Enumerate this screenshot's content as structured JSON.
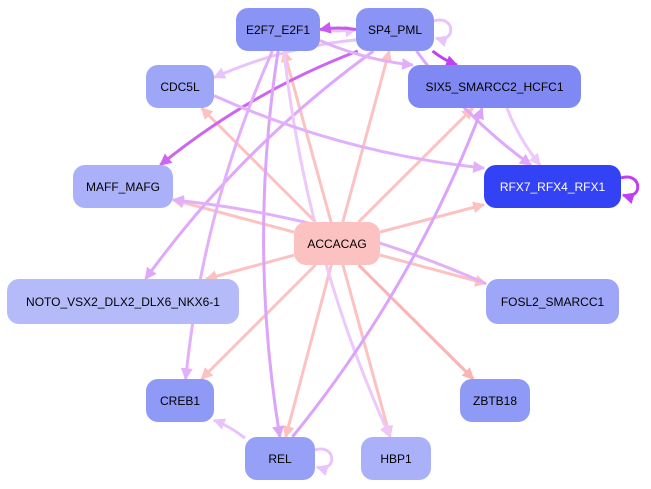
{
  "diagram": {
    "type": "regulatory-network",
    "nodes": [
      {
        "id": "E2F7_E2F1",
        "label": "E2F7_E2F1",
        "fill": "#8a94f5",
        "text": "#000000"
      },
      {
        "id": "SP4_PML",
        "label": "SP4_PML",
        "fill": "#8a94f5",
        "text": "#000000"
      },
      {
        "id": "CDC5L",
        "label": "CDC5L",
        "fill": "#9ea6f7",
        "text": "#000000"
      },
      {
        "id": "SIX5_SMARCC2_HCFC1",
        "label": "SIX5_SMARCC2_HCFC1",
        "fill": "#8089f3",
        "text": "#000000"
      },
      {
        "id": "MAFF_MAFG",
        "label": "MAFF_MAFG",
        "fill": "#aab1f8",
        "text": "#000000"
      },
      {
        "id": "RFX7_RFX4_RFX1",
        "label": "RFX7_RFX4_RFX1",
        "fill": "#3442f5",
        "text": "#ffffff"
      },
      {
        "id": "ACCACAG",
        "label": "ACCACAG",
        "fill": "#fcc2c2",
        "text": "#000000"
      },
      {
        "id": "NOTO_VSX2_DLX2_DLX6_NKX6-1",
        "label": "NOTO_VSX2_DLX2_DLX6_NKX6-1",
        "fill": "#b5bbf9",
        "text": "#000000"
      },
      {
        "id": "FOSL2_SMARCC1",
        "label": "FOSL2_SMARCC1",
        "fill": "#9ea6f7",
        "text": "#000000"
      },
      {
        "id": "CREB1",
        "label": "CREB1",
        "fill": "#8f99f6",
        "text": "#000000"
      },
      {
        "id": "ZBTB18",
        "label": "ZBTB18",
        "fill": "#8f99f6",
        "text": "#000000"
      },
      {
        "id": "REL",
        "label": "REL",
        "fill": "#97a0f7",
        "text": "#000000"
      },
      {
        "id": "HBP1",
        "label": "HBP1",
        "fill": "#aab1f8",
        "text": "#000000"
      }
    ],
    "edges": [
      {
        "from": "ACCACAG",
        "to": "E2F7_E2F1",
        "color": "#fcc2c2"
      },
      {
        "from": "ACCACAG",
        "to": "SP4_PML",
        "color": "#fcc2c2"
      },
      {
        "from": "ACCACAG",
        "to": "CDC5L",
        "color": "#fcc2c2"
      },
      {
        "from": "ACCACAG",
        "to": "SIX5_SMARCC2_HCFC1",
        "color": "#fcc2c2"
      },
      {
        "from": "ACCACAG",
        "to": "MAFF_MAFG",
        "color": "#fcc2c2"
      },
      {
        "from": "ACCACAG",
        "to": "RFX7_RFX4_RFX1",
        "color": "#fcc2c2"
      },
      {
        "from": "ACCACAG",
        "to": "NOTO_VSX2_DLX2_DLX6_NKX6-1",
        "color": "#fcc2c2"
      },
      {
        "from": "ACCACAG",
        "to": "FOSL2_SMARCC1",
        "color": "#fcc2c2"
      },
      {
        "from": "ACCACAG",
        "to": "CREB1",
        "color": "#fcc2c2"
      },
      {
        "from": "ACCACAG",
        "to": "ZBTB18",
        "color": "#fbb4b4"
      },
      {
        "from": "ACCACAG",
        "to": "REL",
        "color": "#fcc2c2"
      },
      {
        "from": "ACCACAG",
        "to": "HBP1",
        "color": "#fcc2c2"
      },
      {
        "from": "E2F7_E2F1",
        "to": "SP4_PML",
        "color": "#e9c4fb"
      },
      {
        "from": "SP4_PML",
        "to": "E2F7_E2F1",
        "color": "#c85af2"
      },
      {
        "from": "SP4_PML",
        "to": "SP4_PML",
        "color": "#e9c4fb"
      },
      {
        "from": "SP4_PML",
        "to": "SIX5_SMARCC2_HCFC1",
        "color": "#c040f0"
      },
      {
        "from": "SP4_PML",
        "to": "CDC5L",
        "color": "#e9c4fb"
      },
      {
        "from": "SP4_PML",
        "to": "MAFF_MAFG",
        "color": "#cc66f0"
      },
      {
        "from": "SP4_PML",
        "to": "NOTO_VSX2_DLX2_DLX6_NKX6-1",
        "color": "#dfa8f8"
      },
      {
        "from": "SP4_PML",
        "to": "RFX7_RFX4_RFX1",
        "color": "#dfa8f8"
      },
      {
        "from": "E2F7_E2F1",
        "to": "SIX5_SMARCC2_HCFC1",
        "color": "#e2b0f9"
      },
      {
        "from": "E2F7_E2F1",
        "to": "REL",
        "color": "#dba4f8"
      },
      {
        "from": "E2F7_E2F1",
        "to": "CREB1",
        "color": "#e2b0f9"
      },
      {
        "from": "E2F7_E2F1",
        "to": "HBP1",
        "color": "#ecc8fb"
      },
      {
        "from": "CDC5L",
        "to": "RFX7_RFX4_RFX1",
        "color": "#e2b0f9"
      },
      {
        "from": "SIX5_SMARCC2_HCFC1",
        "to": "RFX7_RFX4_RFX1",
        "color": "#ecc8fb"
      },
      {
        "from": "RFX7_RFX4_RFX1",
        "to": "RFX7_RFX4_RFX1",
        "color": "#c040f0"
      },
      {
        "from": "FOSL2_SMARCC1",
        "to": "MAFF_MAFG",
        "color": "#e2b0f9"
      },
      {
        "from": "REL",
        "to": "SIX5_SMARCC2_HCFC1",
        "color": "#dba4f8"
      },
      {
        "from": "REL",
        "to": "CREB1",
        "color": "#e9c4fb"
      },
      {
        "from": "REL",
        "to": "REL",
        "color": "#e9c4fb"
      }
    ]
  }
}
